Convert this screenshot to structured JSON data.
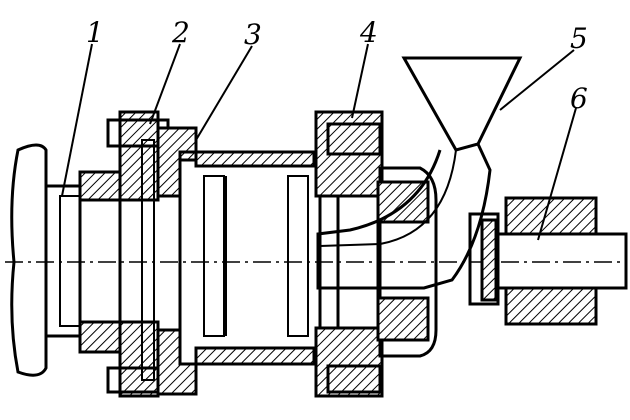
{
  "figure": {
    "callouts": [
      {
        "id": "1",
        "text": "1"
      },
      {
        "id": "2",
        "text": "2"
      },
      {
        "id": "3",
        "text": "3"
      },
      {
        "id": "4",
        "text": "4"
      },
      {
        "id": "5",
        "text": "5"
      },
      {
        "id": "6",
        "text": "6"
      }
    ]
  },
  "colors": {
    "ink": "#000000",
    "paper": "#ffffff"
  }
}
